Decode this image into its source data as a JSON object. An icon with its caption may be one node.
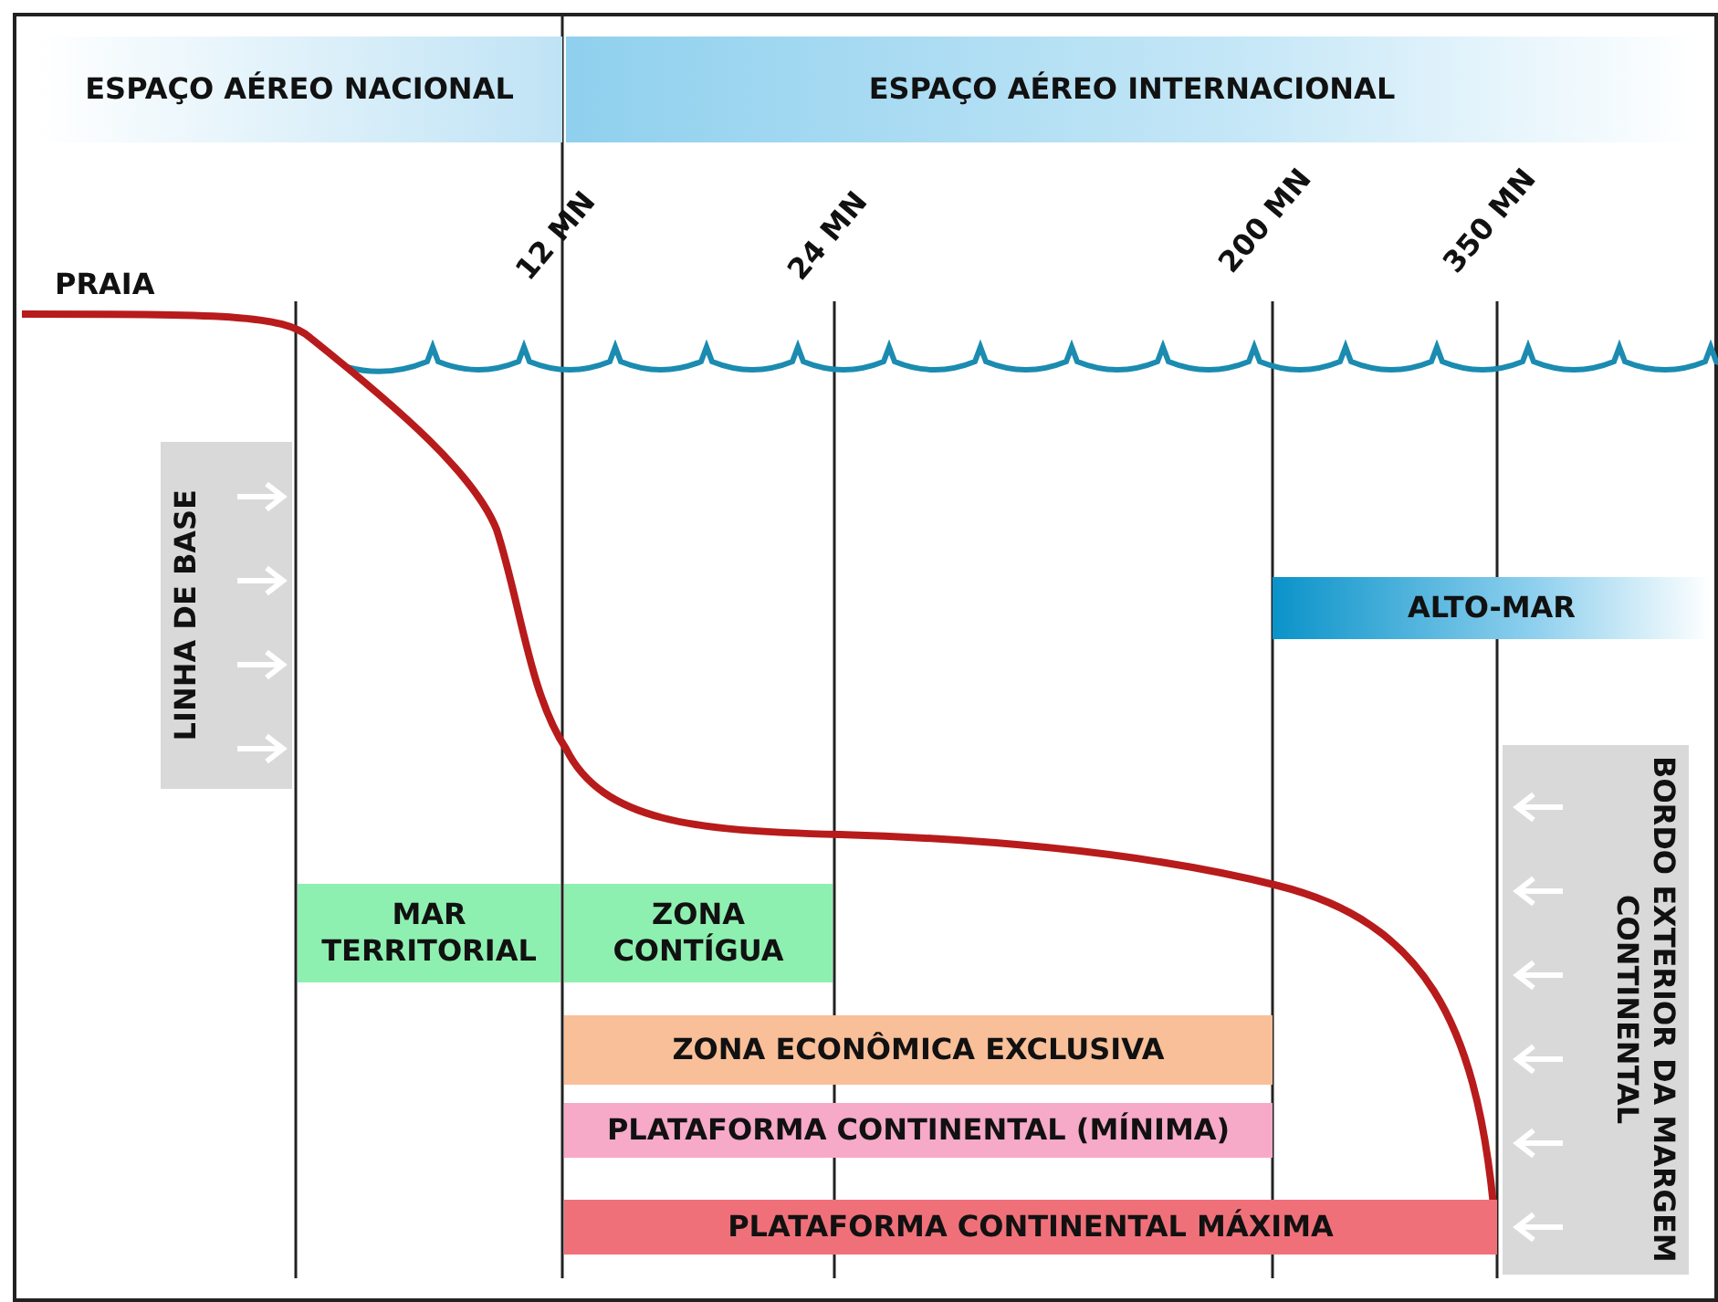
{
  "diagram": {
    "nodes": [
      {
        "text": [
          "ESPAÇO AÉREO NACIONAL"
        ]
      },
      {
        "text": [
          "ESPAÇO AÉREO INTERNACIONAL"
        ]
      },
      {
        "text": [
          "LINHA DE BASE"
        ]
      },
      {
        "text": [
          "ALTO-MAR"
        ]
      },
      {
        "text": [
          "BORDO EXTERIOR DA MARGEM CONTINENTAL"
        ]
      },
      {
        "text": [
          "MAR TERRITORIAL"
        ]
      },
      {
        "text": [
          "ZONA CONTÍGUA"
        ]
      },
      {
        "text": [
          "ZONA ECONÔMICA EXCLUSIVA"
        ]
      },
      {
        "text": [
          "PLATAFORMA CONTINENTAL (MÍNIMA)"
        ]
      },
      {
        "text": [
          "PLATAFORMA CONTINENTAL MÁXIMA"
        ]
      }
    ],
    "labels": [
      "PRAIA",
      "12 MN",
      "24 MN",
      "200 MN",
      "350 MN"
    ]
  }
}
